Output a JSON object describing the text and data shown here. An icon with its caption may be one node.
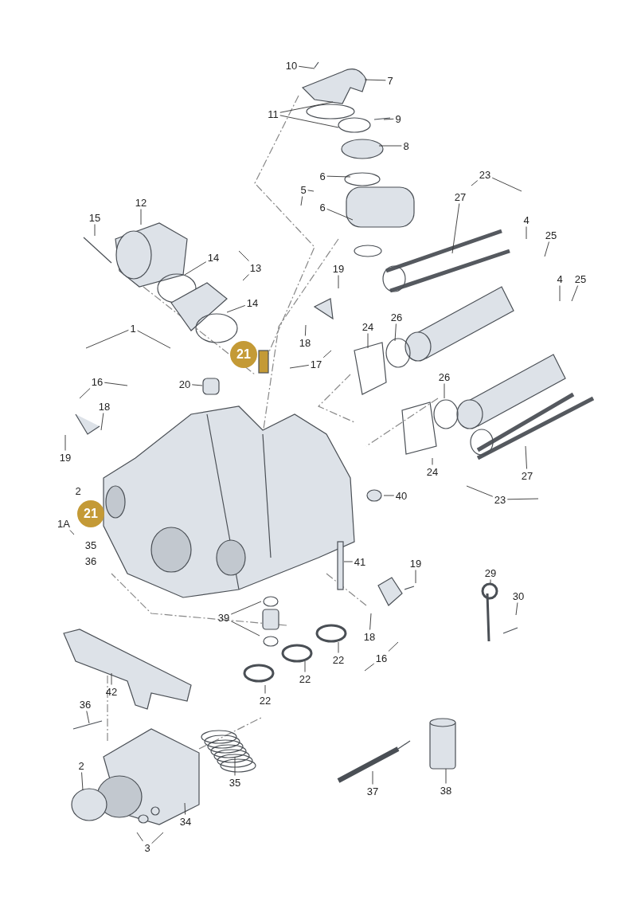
{
  "diagram": {
    "nodes": [
      {
        "text": [
          "10"
        ]
      },
      {
        "text": [
          "7"
        ]
      },
      {
        "text": [
          "11"
        ]
      },
      {
        "text": [
          "9"
        ]
      },
      {
        "text": [
          "8"
        ]
      },
      {
        "text": [
          "6"
        ]
      },
      {
        "text": [
          "5"
        ]
      },
      {
        "text": [
          "6"
        ]
      },
      {
        "text": [
          "23"
        ]
      },
      {
        "text": [
          "27"
        ]
      },
      {
        "text": [
          "12"
        ]
      },
      {
        "text": [
          "15"
        ]
      },
      {
        "text": [
          "14"
        ]
      },
      {
        "text": [
          "13"
        ]
      },
      {
        "text": [
          "14"
        ]
      },
      {
        "text": [
          "4"
        ]
      },
      {
        "text": [
          "25"
        ]
      },
      {
        "text": [
          "4"
        ]
      },
      {
        "text": [
          "25"
        ]
      },
      {
        "text": [
          "19"
        ]
      },
      {
        "text": [
          "1"
        ]
      },
      {
        "text": [
          "21"
        ]
      },
      {
        "text": [
          "24"
        ]
      },
      {
        "text": [
          "26"
        ]
      },
      {
        "text": [
          "18"
        ]
      },
      {
        "text": [
          "17"
        ]
      },
      {
        "text": [
          "16"
        ]
      },
      {
        "text": [
          "18"
        ]
      },
      {
        "text": [
          "20"
        ]
      },
      {
        "text": [
          "26"
        ]
      },
      {
        "text": [
          "19"
        ]
      },
      {
        "text": [
          "24"
        ]
      },
      {
        "text": [
          "21"
        ]
      },
      {
        "text": [
          "40"
        ]
      },
      {
        "text": [
          "1A"
        ]
      },
      {
        "text": [
          "27"
        ]
      },
      {
        "text": [
          "23"
        ]
      },
      {
        "text": [
          "41"
        ]
      },
      {
        "text": [
          "19"
        ]
      },
      {
        "text": [
          "29"
        ]
      },
      {
        "text": [
          "30"
        ]
      },
      {
        "text": [
          "39"
        ]
      },
      {
        "text": [
          "18"
        ]
      },
      {
        "text": [
          "16"
        ]
      },
      {
        "text": [
          "22"
        ]
      },
      {
        "text": [
          "22"
        ]
      },
      {
        "text": [
          "22"
        ]
      },
      {
        "text": [
          "42"
        ]
      },
      {
        "text": [
          "36"
        ]
      },
      {
        "text": [
          "2"
        ]
      },
      {
        "text": [
          "35"
        ]
      },
      {
        "text": [
          "37"
        ]
      },
      {
        "text": [
          "38"
        ]
      },
      {
        "text": [
          "34"
        ]
      },
      {
        "text": [
          "3"
        ]
      }
    ],
    "edges": [
      {
        "from": 0,
        "to": null,
        "arrow": "none"
      },
      {
        "from": 1,
        "to": null,
        "arrow": "none"
      },
      {
        "from": 2,
        "to": null,
        "arrow": "none"
      },
      {
        "from": 2,
        "to": null,
        "arrow": "none"
      },
      {
        "from": 3,
        "to": null,
        "arrow": "none"
      },
      {
        "from": 4,
        "to": null,
        "arrow": "none"
      },
      {
        "from": 5,
        "to": null,
        "arrow": "none"
      },
      {
        "from": 6,
        "to": null,
        "arrow": "none"
      },
      {
        "from": 6,
        "to": null,
        "arrow": "none"
      },
      {
        "from": 7,
        "to": null,
        "arrow": "none"
      },
      {
        "from": 8,
        "to": null,
        "arrow": "none"
      },
      {
        "from": 8,
        "to": null,
        "arrow": "none"
      },
      {
        "from": 9,
        "to": null,
        "arrow": "none"
      },
      {
        "from": 10,
        "to": null,
        "arrow": "none"
      },
      {
        "from": 11,
        "to": null,
        "arrow": "none"
      },
      {
        "from": 12,
        "to": null,
        "arrow": "none"
      },
      {
        "from": 13,
        "to": null,
        "arrow": "none"
      },
      {
        "from": 13,
        "to": null,
        "arrow": "none"
      },
      {
        "from": 14,
        "to": null,
        "arrow": "none"
      },
      {
        "from": 15,
        "to": null,
        "arrow": "none"
      },
      {
        "from": 16,
        "to": null,
        "arrow": "none"
      },
      {
        "from": 17,
        "to": null,
        "arrow": "none"
      },
      {
        "from": 18,
        "to": null,
        "arrow": "none"
      },
      {
        "from": 19,
        "to": null,
        "arrow": "none"
      },
      {
        "from": 20,
        "to": null,
        "arrow": "none"
      },
      {
        "from": 20,
        "to": null,
        "arrow": "none"
      },
      {
        "from": 22,
        "to": null,
        "arrow": "none"
      },
      {
        "from": 23,
        "to": null,
        "arrow": "none"
      },
      {
        "from": 24,
        "to": null,
        "arrow": "none"
      },
      {
        "from": 25,
        "to": null,
        "arrow": "none"
      },
      {
        "from": 25,
        "to": null,
        "arrow": "none"
      },
      {
        "from": 26,
        "to": null,
        "arrow": "none"
      },
      {
        "from": 26,
        "to": null,
        "arrow": "none"
      },
      {
        "from": 27,
        "to": null,
        "arrow": "none"
      },
      {
        "from": 28,
        "to": null,
        "arrow": "none"
      },
      {
        "from": 29,
        "to": null,
        "arrow": "none"
      },
      {
        "from": 30,
        "to": null,
        "arrow": "none"
      },
      {
        "from": 31,
        "to": null,
        "arrow": "none"
      },
      {
        "from": 33,
        "to": null,
        "arrow": "none"
      },
      {
        "from": 34,
        "to": null,
        "arrow": "none"
      },
      {
        "from": 35,
        "to": null,
        "arrow": "none"
      },
      {
        "from": 36,
        "to": null,
        "arrow": "none"
      },
      {
        "from": 36,
        "to": null,
        "arrow": "none"
      },
      {
        "from": 37,
        "to": null,
        "arrow": "none"
      },
      {
        "from": 38,
        "to": null,
        "arrow": "none"
      },
      {
        "from": 39,
        "to": null,
        "arrow": "none"
      },
      {
        "from": 40,
        "to": null,
        "arrow": "none"
      },
      {
        "from": 41,
        "to": null,
        "arrow": "none"
      },
      {
        "from": 41,
        "to": null,
        "arrow": "none"
      },
      {
        "from": 42,
        "to": null,
        "arrow": "none"
      },
      {
        "from": 43,
        "to": null,
        "arrow": "none"
      },
      {
        "from": 43,
        "to": null,
        "arrow": "none"
      },
      {
        "from": 44,
        "to": null,
        "arrow": "none"
      },
      {
        "from": 45,
        "to": null,
        "arrow": "none"
      },
      {
        "from": 46,
        "to": null,
        "arrow": "none"
      },
      {
        "from": 47,
        "to": null,
        "arrow": "none"
      },
      {
        "from": 48,
        "to": null,
        "arrow": "none"
      },
      {
        "from": 49,
        "to": null,
        "arrow": "none"
      },
      {
        "from": 50,
        "to": null,
        "arrow": "none"
      },
      {
        "from": 51,
        "to": null,
        "arrow": "none"
      },
      {
        "from": 52,
        "to": null,
        "arrow": "none"
      },
      {
        "from": 53,
        "to": null,
        "arrow": "none"
      },
      {
        "from": 54,
        "to": null,
        "arrow": "none"
      },
      {
        "from": 54,
        "to": null,
        "arrow": "none"
      }
    ],
    "labels": [
      "2",
      "35",
      "36"
    ]
  }
}
